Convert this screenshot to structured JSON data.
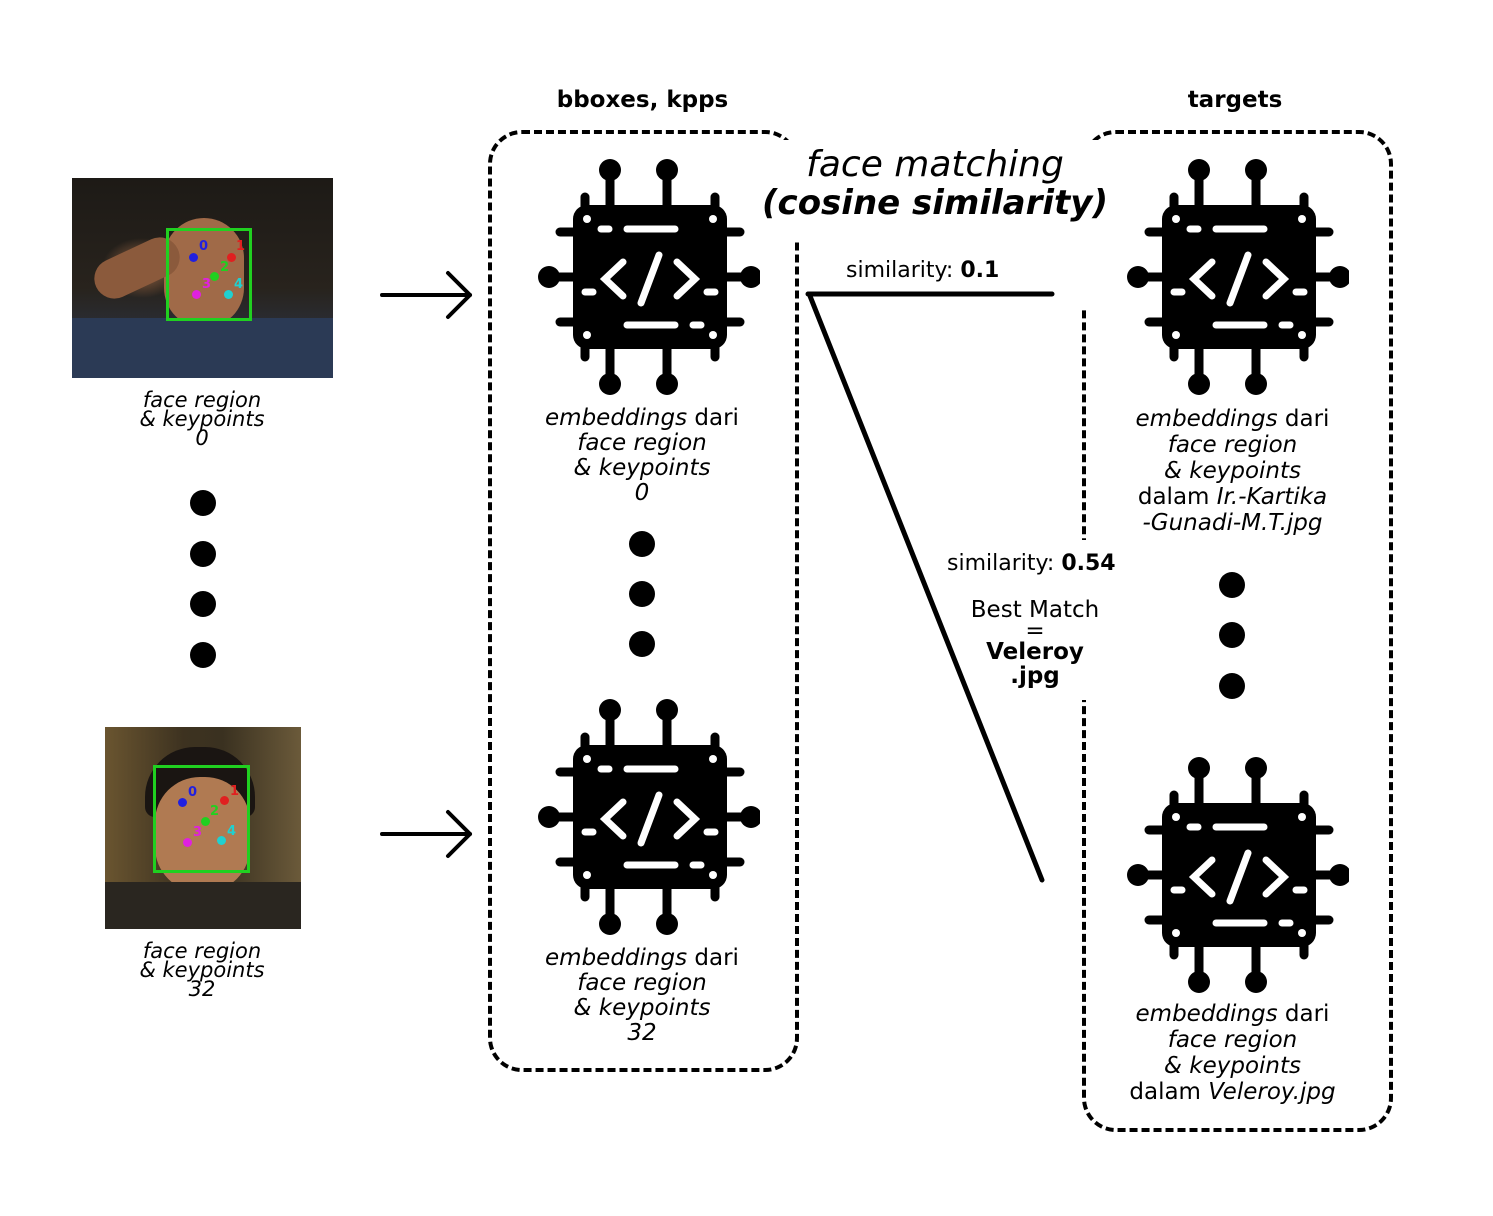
{
  "headers": {
    "bboxes": "bboxes, kpps",
    "targets": "targets"
  },
  "face_matching": {
    "line1": "face matching",
    "line2": "(cosine similarity)"
  },
  "inputs": [
    {
      "line1": "face region",
      "line2": "& keypoints",
      "line3": "0"
    },
    {
      "line1": "face region",
      "line2": "& keypoints",
      "line3": "32"
    }
  ],
  "keypoint_labels": [
    "0",
    "1",
    "2",
    "3",
    "4"
  ],
  "embeddings": [
    {
      "word": "embeddings",
      "dari": " dari",
      "line2": "face region",
      "line3": "& keypoints",
      "line4": "0"
    },
    {
      "word": "embeddings",
      "dari": " dari",
      "line2": "face region",
      "line3": "& keypoints",
      "line4": "32"
    }
  ],
  "targets": [
    {
      "word": "embeddings",
      "dari": " dari",
      "line2": "face region",
      "line3": "& keypoints",
      "dalam": "dalam ",
      "file_a": "Ir.-Kartika",
      "file_b": "-Gunadi-M.T.jpg"
    },
    {
      "word": "embeddings",
      "dari": " dari",
      "line2": "face region",
      "line3": "& keypoints",
      "dalam": "dalam ",
      "file_a": "Veleroy.jpg",
      "file_b": ""
    }
  ],
  "similarities": [
    {
      "label": "similarity: ",
      "value": "0.1"
    },
    {
      "label": "similarity: ",
      "value": "0.54"
    }
  ],
  "best_match": {
    "label": "Best Match",
    "eq": "=",
    "name1": "Veleroy",
    "name2": ".jpg"
  },
  "colors": {
    "bbox": "#20d020",
    "kp0": "#2020e0",
    "kp1": "#e02020",
    "kp2": "#20d020",
    "kp3": "#e020e0",
    "kp4": "#20d0d0"
  }
}
